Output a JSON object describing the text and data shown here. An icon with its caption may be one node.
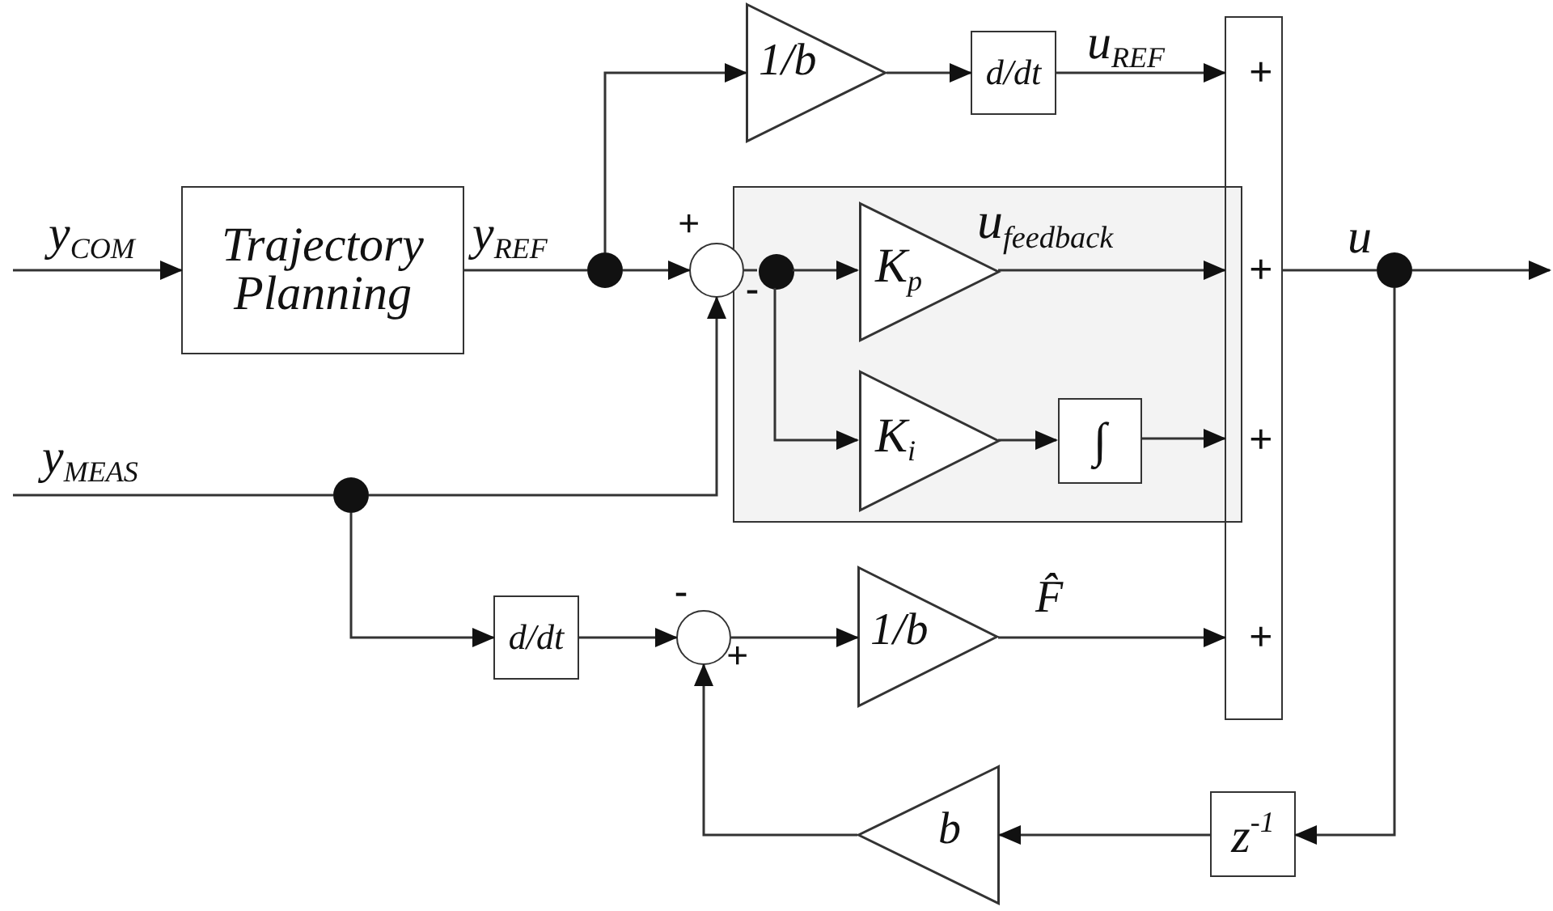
{
  "diagram": {
    "nodes": [
      {
        "text": [
          "Trajectory Planning"
        ]
      },
      {
        "text": [],
        "shape": "circle"
      },
      {
        "text": [
          "1/b"
        ]
      },
      {
        "text": [
          "d/dt"
        ]
      },
      {
        "text": [
          "+",
          "+",
          "+",
          "+"
        ]
      },
      {
        "text": [
          "u$_{feedback}$"
        ]
      },
      {
        "text": [],
        "shape": "circle",
        "beside": [
          "+",
          "-"
        ]
      },
      {
        "text": [],
        "shape": "circle",
        "in": 5
      },
      {
        "text": [
          "K$_{p}$"
        ],
        "in": 5
      },
      {
        "text": [
          "K$_{i}$"
        ],
        "in": 5
      },
      {
        "text": [
          "∫"
        ],
        "in": 5
      },
      {
        "text": [],
        "shape": "circle"
      },
      {
        "text": [],
        "shape": "circle"
      },
      {
        "text": [
          "d/dt"
        ]
      },
      {
        "text": [],
        "shape": "circle",
        "beside": [
          "-",
          "+"
        ]
      },
      {
        "text": [
          "1/b"
        ]
      },
      {
        "text": [
          "b"
        ]
      },
      {
        "text": [
          "z$^{-1}$"
        ]
      }
    ],
    "edges": [
      {
        "from": null,
        "to": 0,
        "arrow": "to",
        "label": "y$_{COM}$"
      },
      {
        "from": 0,
        "to": 1,
        "arrow": "none",
        "label": "y$_{REF}$"
      },
      {
        "from": 1,
        "to": 2,
        "arrow": "to"
      },
      {
        "from": 1,
        "to": 6,
        "arrow": "to"
      },
      {
        "from": 2,
        "to": 3,
        "arrow": "to"
      },
      {
        "from": 3,
        "to": 4,
        "arrow": "to",
        "label": "u$_{REF}$"
      },
      {
        "from": 6,
        "to": 7,
        "arrow": "none"
      },
      {
        "from": 7,
        "to": 8,
        "arrow": "to"
      },
      {
        "from": 7,
        "to": 9,
        "arrow": "to"
      },
      {
        "from": 8,
        "to": 4,
        "arrow": "to"
      },
      {
        "from": 9,
        "to": 10,
        "arrow": "to"
      },
      {
        "from": 10,
        "to": 4,
        "arrow": "to"
      },
      {
        "from": null,
        "to": 12,
        "arrow": "none",
        "label": "y$_{MEAS}$"
      },
      {
        "from": 12,
        "to": 6,
        "arrow": "to"
      },
      {
        "from": 12,
        "to": 13,
        "arrow": "to"
      },
      {
        "from": 13,
        "to": 14,
        "arrow": "to"
      },
      {
        "from": 14,
        "to": 15,
        "arrow": "to"
      },
      {
        "from": 15,
        "to": 4,
        "arrow": "to",
        "label": "F̂"
      },
      {
        "from": 4,
        "to": 11,
        "arrow": "none",
        "label": "u"
      },
      {
        "from": 11,
        "to": null,
        "arrow": "to"
      },
      {
        "from": 11,
        "to": 17,
        "arrow": "to"
      },
      {
        "from": 17,
        "to": 16,
        "arrow": "to"
      },
      {
        "from": 16,
        "to": 14,
        "arrow": "to"
      }
    ]
  }
}
